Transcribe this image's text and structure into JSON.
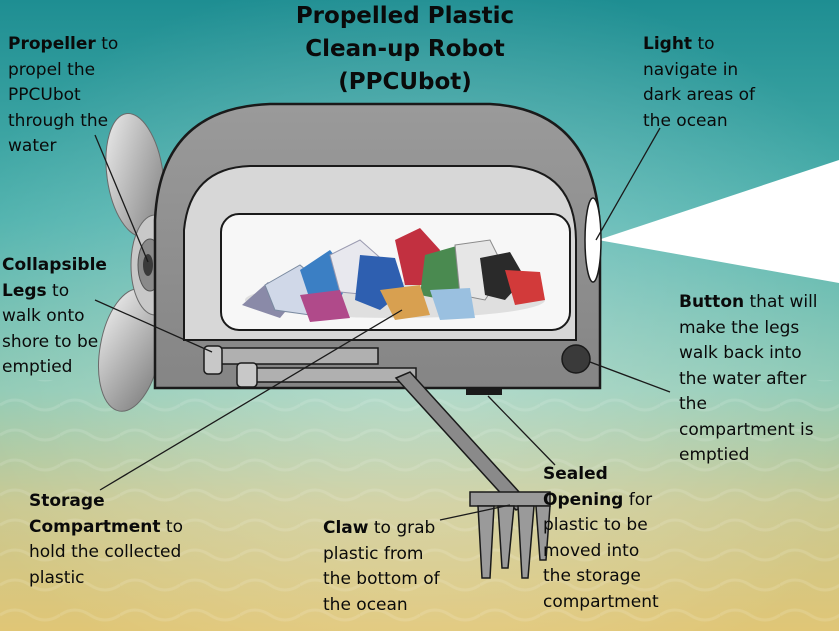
{
  "title": {
    "line1": "Propelled Plastic",
    "line2": "Clean-up Robot",
    "line3": "(PPCUbot)"
  },
  "labels": {
    "propeller": {
      "term": "Propeller",
      "rest": " to",
      "lines": [
        "propel the",
        "PPCUbot",
        "through the",
        "water"
      ]
    },
    "light": {
      "term": "Light",
      "rest": " to",
      "lines": [
        "navigate in",
        "dark areas of",
        "the ocean"
      ]
    },
    "legs": {
      "term1": "Collapsible",
      "term2": "Legs",
      "rest": " to",
      "lines": [
        "walk onto",
        "shore to be",
        "emptied"
      ]
    },
    "button": {
      "term": "Button",
      "rest": " that will",
      "lines": [
        "make the legs",
        "walk back into",
        "the water after",
        "the",
        "compartment is",
        "emptied"
      ]
    },
    "storage": {
      "term1": "Storage",
      "term2": "Compartment",
      "rest": " to",
      "lines": [
        "hold the collected",
        "plastic"
      ]
    },
    "claw": {
      "term": "Claw",
      "rest": " to grab",
      "lines": [
        "plastic from",
        "the bottom of",
        "the ocean"
      ]
    },
    "opening": {
      "term1": "Sealed",
      "term2": "Opening",
      "rest": " for",
      "lines": [
        "plastic to be",
        "moved into",
        "the storage",
        "compartment"
      ]
    }
  },
  "colors": {
    "water_top": "#2a9a9c",
    "water_mid": "#5ab8b0",
    "sand": "#d8c078",
    "robot_body": "#8e8e8e",
    "robot_dark": "#5a5a5a",
    "window": "#f4f4f4",
    "light_beam": "#ffffff"
  }
}
